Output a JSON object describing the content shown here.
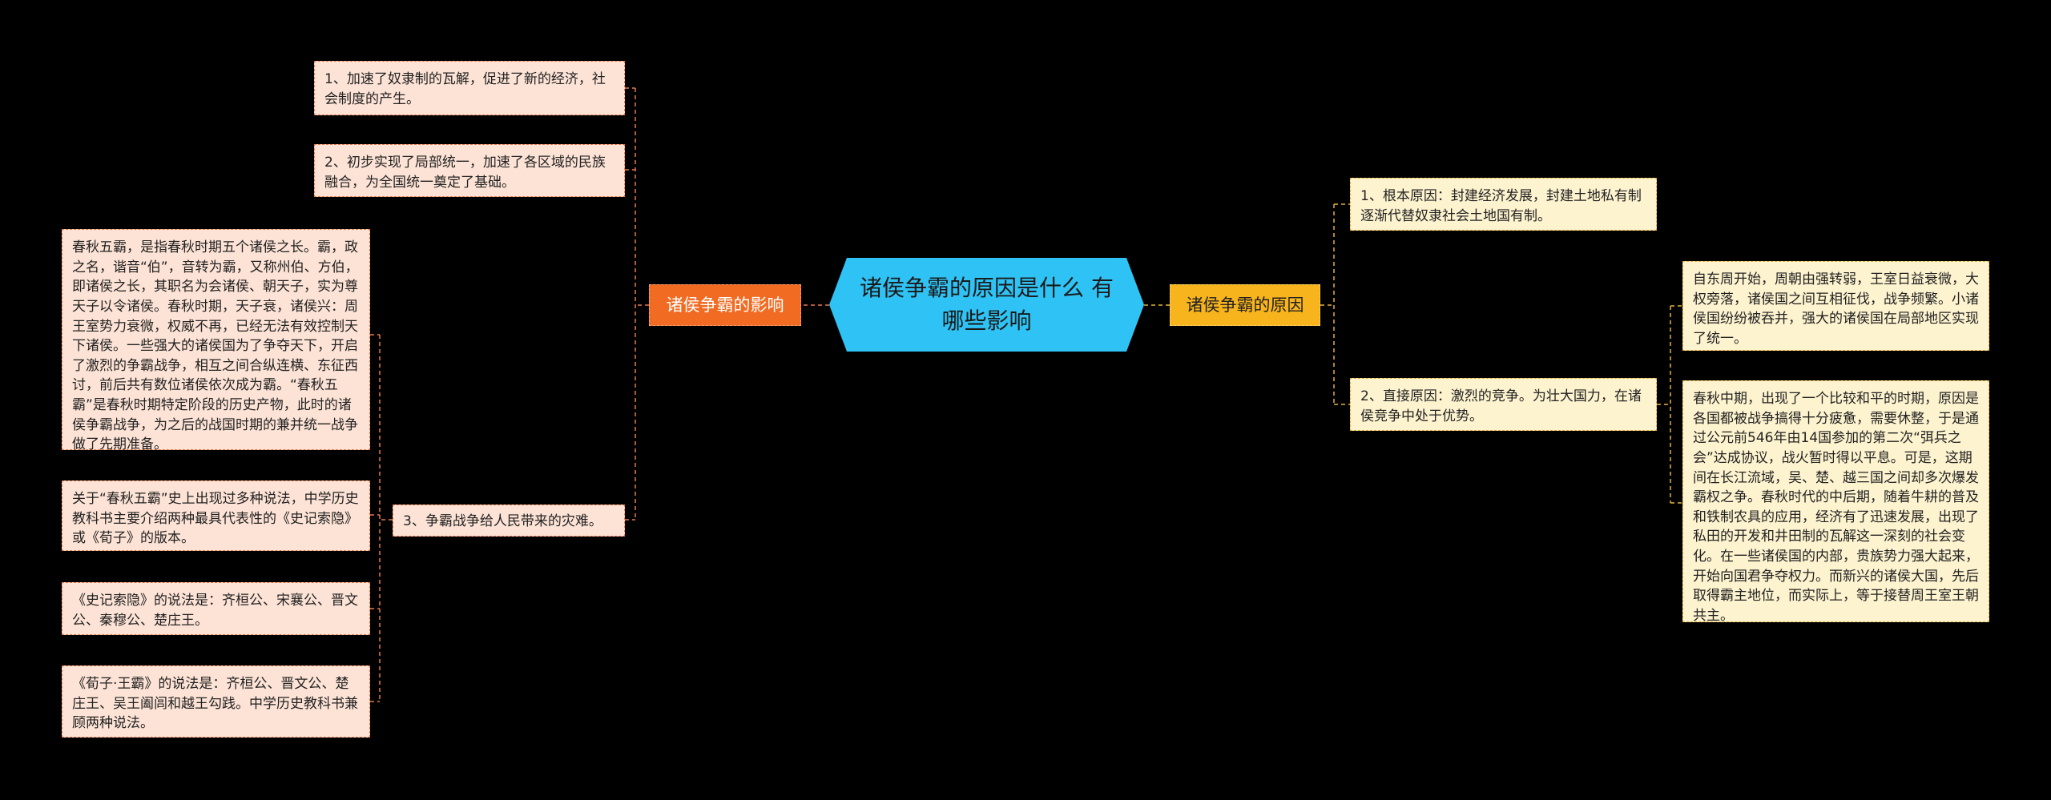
{
  "center": {
    "title": "诸侯争霸的原因是什么 有哪些影响"
  },
  "left": {
    "label": "诸侯争霸的影响",
    "items": [
      "1、加速了奴隶制的瓦解，促进了新的经济，社会制度的产生。",
      "2、初步实现了局部统一，加速了各区域的民族融合，为全国统一奠定了基础。",
      "3、争霸战争给人民带来的灾难。"
    ],
    "sub": [
      "春秋五霸，是指春秋时期五个诸侯之长。霸，政之名，谐音“伯”，音转为霸，又称州伯、方伯，即诸侯之长，其职名为会诸侯、朝天子，实为尊天子以令诸侯。春秋时期，天子衰，诸侯兴：周王室势力衰微，权威不再，已经无法有效控制天下诸侯。一些强大的诸侯国为了争夺天下，开启了激烈的争霸战争，相互之间合纵连横、东征西讨，前后共有数位诸侯依次成为霸。“春秋五霸”是春秋时期特定阶段的历史产物，此时的诸侯争霸战争，为之后的战国时期的兼并统一战争做了先期准备。",
      "关于“春秋五霸”史上出现过多种说法，中学历史教科书主要介绍两种最具代表性的《史记索隐》或《荀子》的版本。",
      "《史记索隐》的说法是：齐桓公、宋襄公、晋文公、秦穆公、楚庄王。",
      "《荀子·王霸》的说法是：齐桓公、晋文公、楚庄王、吴王阖闾和越王勾践。中学历史教科书兼顾两种说法。"
    ]
  },
  "right": {
    "label": "诸侯争霸的原因",
    "items": [
      "1、根本原因：封建经济发展，封建土地私有制逐渐代替奴隶社会土地国有制。",
      "2、直接原因：激烈的竞争。为壮大国力，在诸侯竞争中处于优势。"
    ],
    "sub": [
      "自东周开始，周朝由强转弱，王室日益衰微，大权旁落，诸侯国之间互相征伐，战争频繁。小诸侯国纷纷被吞并，强大的诸侯国在局部地区实现了统一。",
      "春秋中期，出现了一个比较和平的时期，原因是各国都被战争搞得十分疲惫，需要休整，于是通过公元前546年由14国参加的第二次“弭兵之会”达成协议，战火暂时得以平息。可是，这期间在长江流域，吴、楚、越三国之间却多次爆发霸权之争。春秋时代的中后期，随着牛耕的普及和铁制农具的应用，经济有了迅速发展，出现了私田的开发和井田制的瓦解这一深刻的社会变化。在一些诸侯国的内部，贵族势力强大起来，开始向国君争夺权力。而新兴的诸侯大国，先后取得霸主地位，而实际上，等于接替周王室王朝共主。"
    ]
  },
  "colors": {
    "center": "#2ec3f4",
    "left_branch": "#f26b22",
    "right_branch": "#f8b41c",
    "left_leaf": "#fde3d6",
    "right_leaf": "#fdf3cf"
  }
}
